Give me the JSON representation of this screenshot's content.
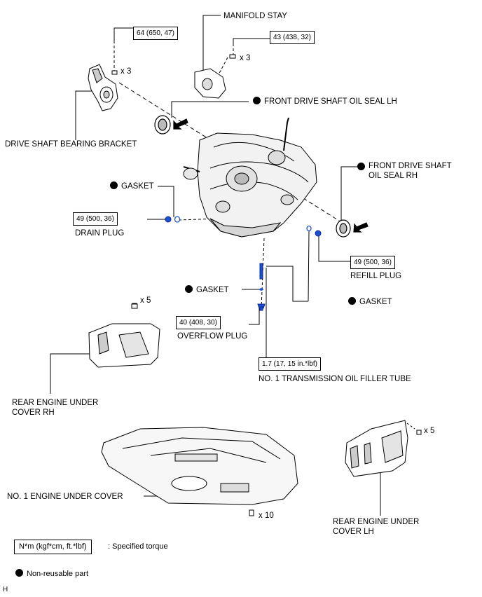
{
  "labels": {
    "manifold_stay": "MANIFOLD STAY",
    "front_drive_shaft_oil_seal_lh": "FRONT DRIVE SHAFT OIL SEAL LH",
    "drive_shaft_bearing_bracket": "DRIVE SHAFT BEARING BRACKET",
    "front_drive_shaft_oil_seal_rh": "FRONT DRIVE SHAFT\nOIL SEAL RH",
    "gasket_drain": "GASKET",
    "drain_plug": "DRAIN PLUG",
    "refill_plug": "REFILL PLUG",
    "gasket_overflow": "GASKET",
    "gasket_refill": "GASKET",
    "overflow_plug": "OVERFLOW PLUG",
    "oil_filler_tube": "NO. 1 TRANSMISSION OIL FILLER TUBE",
    "rear_engine_under_cover_rh": "REAR ENGINE UNDER\nCOVER RH",
    "no1_engine_under_cover": "NO. 1 ENGINE UNDER COVER",
    "rear_engine_under_cover_lh": "REAR ENGINE UNDER\nCOVER LH"
  },
  "torques": {
    "bracket_bolt": "64 (650, 47)",
    "manifold_stay_bolt": "43 (438, 32)",
    "drain_plug": "49 (500, 36)",
    "refill_plug": "49 (500, 36)",
    "overflow_plug": "40 (408, 30)",
    "filler_tube": "1.7 (17, 15 in.*lbf)"
  },
  "quantities": {
    "bracket_bolt": "x 3",
    "manifold_stay_bolt": "x 3",
    "rear_cover_rh": "x 5",
    "rear_cover_lh": "x 5",
    "under_cover": "x 10"
  },
  "legend": {
    "unit_box": "N*m (kgf*cm, ft.*lbf)",
    "unit_desc": ": Specified torque",
    "nonreusable": "Non-reusable part"
  },
  "footer": {
    "code": "H"
  },
  "colors": {
    "highlight": "#1a4fd6",
    "line": "#000000",
    "part_fill": "#ffffff",
    "shade": "#cccccc"
  },
  "icons": {
    "nonreusable_marker": "filled-circle-icon",
    "install_arrow": "arrow-icon"
  }
}
